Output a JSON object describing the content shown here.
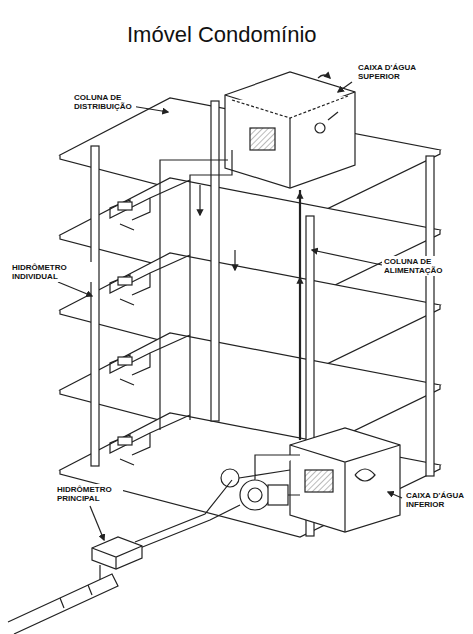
{
  "diagram": {
    "title": "Imóvel Condomínio",
    "labels": [
      "COLUNA DE DISTRIBUIÇÃO",
      "CAIXA D'ÁGUA SUPERIOR",
      "COLUNA DE ALIMENTAÇÃO",
      "HIDRÔMETRO INDIVIDUAL",
      "CAIXA D'ÁGUA INFERIOR",
      "HIDRÔMETRO PRINCIPAL"
    ]
  }
}
